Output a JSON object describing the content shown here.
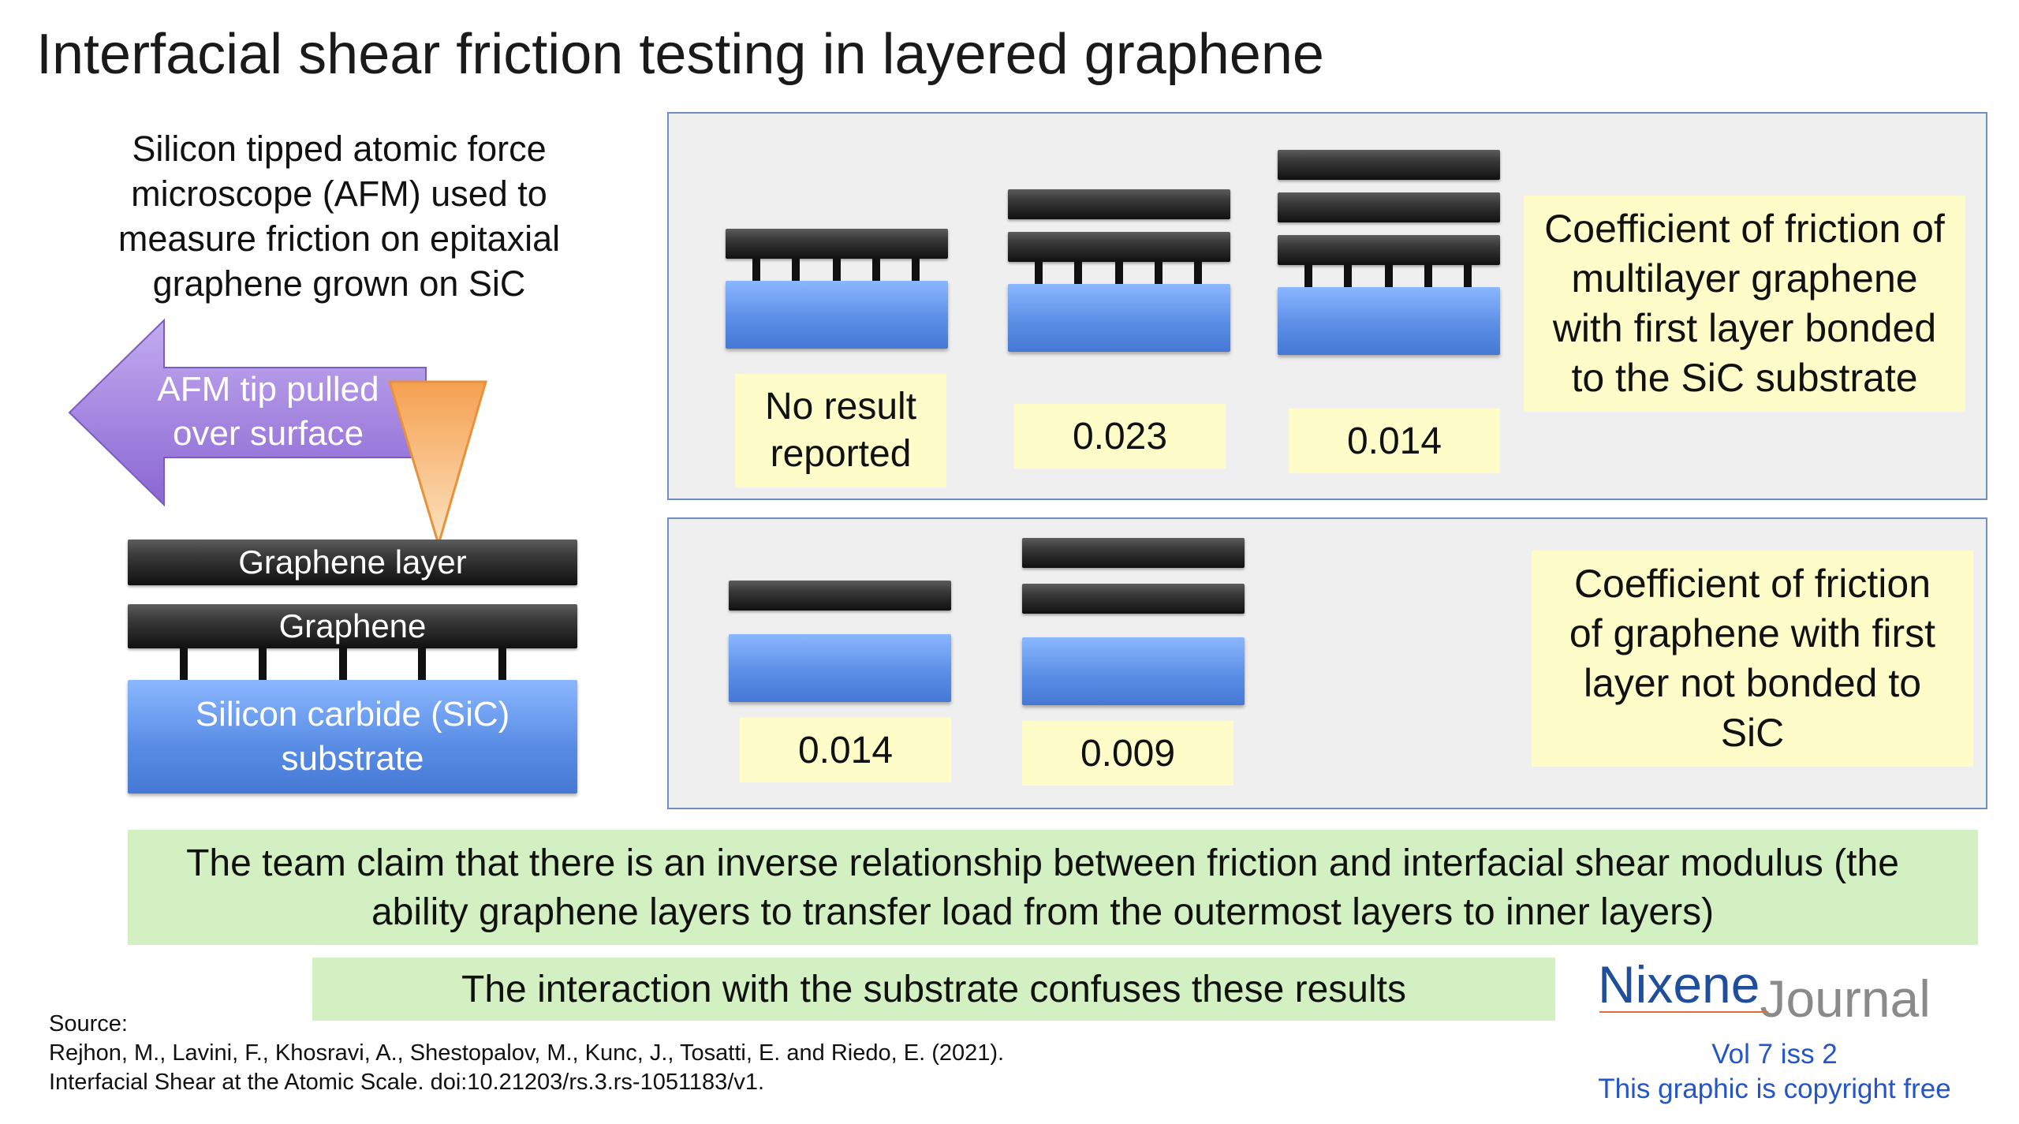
{
  "title": "Interfacial shear friction testing in layered graphene",
  "intro": "Silicon tipped atomic force microscope (AFM) used to measure friction on epitaxial graphene grown on SiC",
  "diagram": {
    "arrow_label": "AFM tip pulled over surface",
    "top_layer": "Graphene layer",
    "second_layer": "Graphene",
    "substrate": "Silicon carbide (SiC) substrate"
  },
  "bonded_panel": {
    "note": "Coefficient of friction of multilayer graphene with first layer bonded to the SiC substrate",
    "results": [
      "No result reported",
      "0.023",
      "0.014"
    ]
  },
  "unbonded_panel": {
    "note": "Coefficient of friction of graphene with first layer not bonded to SiC",
    "results": [
      "0.014",
      "0.009"
    ]
  },
  "claim": "The team claim that there is an inverse relationship between friction and interfacial shear modulus (the ability graphene layers to transfer load from the outermost layers to inner layers)",
  "caveat": "The interaction with the substrate confuses these results",
  "source": {
    "label": "Source:",
    "line1": "Rejhon, M., Lavini, F., Khosravi, A., Shestopalov, M., Kunc, J., Tosatti, E. and Riedo, E. (2021).",
    "line2": "Interfacial Shear at the Atomic Scale. doi:10.21203/rs.3.rs-1051183/v1."
  },
  "logo": {
    "part1": "Nixene",
    "part2": "Journal",
    "issue": "Vol 7 iss 2",
    "copyright": "This graphic is copyright free"
  },
  "colors": {
    "substrate_blue": "#5b8fe6",
    "result_yellow": "#fefcc8",
    "claim_green": "#d3f0c2",
    "arrow_purple": "#a98be0",
    "tip_orange": "#f5a95a"
  }
}
